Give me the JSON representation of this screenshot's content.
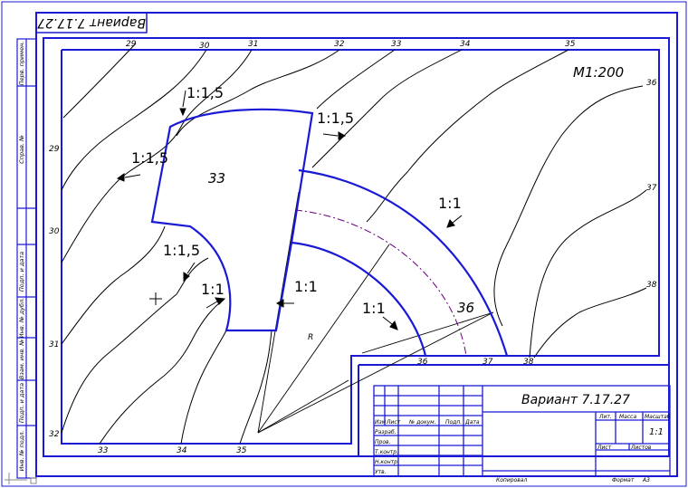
{
  "stamp_top": "Вариант 7.17.27",
  "scale": "М1:200",
  "slopes": {
    "s1": "1:1,5",
    "s2": "1:1,5",
    "s3": "1:1,5",
    "s4": "1:1,5",
    "s5": "1:1",
    "s6": "1:1",
    "s7": "1:1",
    "s8": "1:1"
  },
  "platform_level": "33",
  "road_level": "36",
  "radius_label": "R",
  "contours": {
    "top": [
      "29",
      "30",
      "31",
      "32",
      "33",
      "34",
      "35"
    ],
    "right": [
      "36",
      "37",
      "38"
    ],
    "left": [
      "29",
      "30",
      "31",
      "32"
    ],
    "bottom": [
      "33",
      "34",
      "35"
    ],
    "inner_bottom": [
      "36",
      "37",
      "38"
    ]
  },
  "title_block": {
    "title": "Вариант 7.17.27",
    "row_labels": [
      "Разраб.",
      "Пров.",
      "Т.контр.",
      "",
      "Н.контр.",
      "Утв."
    ],
    "header_cols": [
      "Изм",
      "Лист",
      "№ докум.",
      "Подп.",
      "Дата"
    ],
    "lit_label": "Лит.",
    "mass_label": "Масса",
    "scale_label": "Масштаб",
    "scale_value": "1:1",
    "sheet_label": "Лист",
    "sheets_label": "Листов",
    "copied": "Копировал",
    "format": "Формат",
    "format_value": "А3"
  },
  "side_labels": [
    "Перв. примен.",
    "Справ. №",
    "Подп. и дата",
    "Инв. № дубл.",
    "Взам. инв. №",
    "Подп. и дата",
    "Инв. № подл."
  ]
}
